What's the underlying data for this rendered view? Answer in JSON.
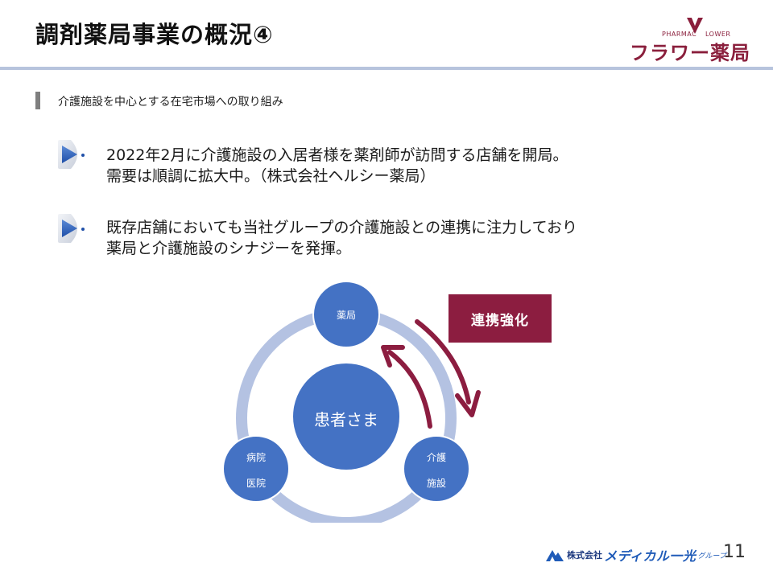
{
  "header": {
    "title": "調剤薬局事業の概況④",
    "logo_small": "PHARMAC",
    "logo_small_right": "LOWER",
    "logo_main": "フラワー薬局"
  },
  "section": {
    "label": "介護施設を中心とする在宅市場への取り組み"
  },
  "bullets": [
    {
      "lines": [
        "2022年2月に介護施設の入居者様を薬剤師が訪問する店舗を開局。",
        "需要は順調に拡大中。（株式会社ヘルシー薬局）"
      ]
    },
    {
      "lines": [
        "既存店舗においても当社グループの介護施設との連携に注力しており",
        "薬局と介護施設のシナジーを発揮。"
      ]
    }
  ],
  "diagram": {
    "center": "患者さま",
    "nodes": {
      "pharmacy": "薬局",
      "care_line1": "介護",
      "care_line2": "施設",
      "hospital_line1": "病院",
      "hospital_line2": "医院"
    },
    "badge": "連携強化"
  },
  "footer": {
    "company": "株式会社",
    "brand": "メディカル一光",
    "group": "グループ",
    "page_number": "11"
  },
  "colors": {
    "node_blue": "#4472c4",
    "ring": "#b4c2e2",
    "accent": "#8c1d40",
    "header_rule": "#b7c4dd"
  },
  "icons": {
    "bullet": "play-arrow-icon",
    "logo_mark": "flower-v-icon",
    "footer_mark": "mountain-icon"
  }
}
